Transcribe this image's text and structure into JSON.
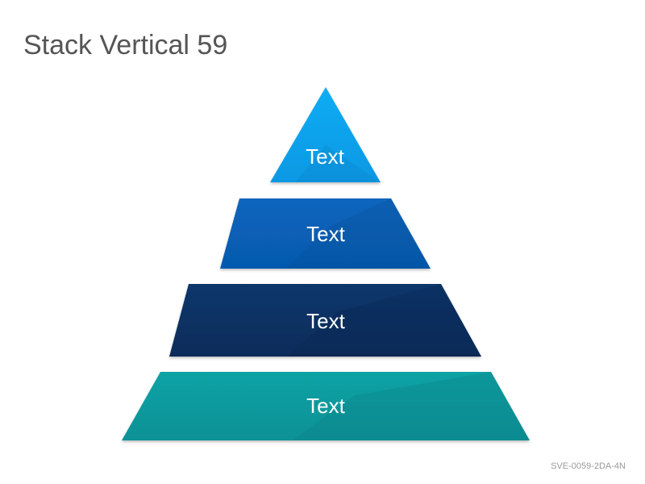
{
  "slide": {
    "title": "Stack Vertical 59",
    "code": "SVE-0059-2DA-4N"
  },
  "pyramid": {
    "tiers": [
      {
        "label": "Text",
        "color": "#0EA5EE",
        "shade": "#0A86CC"
      },
      {
        "label": "Text",
        "color": "#0761B6",
        "shade": "#054E97"
      },
      {
        "label": "Text",
        "color": "#0A3466",
        "shade": "#06264F"
      },
      {
        "label": "Text",
        "color": "#0E9DA0",
        "shade": "#0A7F84"
      }
    ]
  }
}
